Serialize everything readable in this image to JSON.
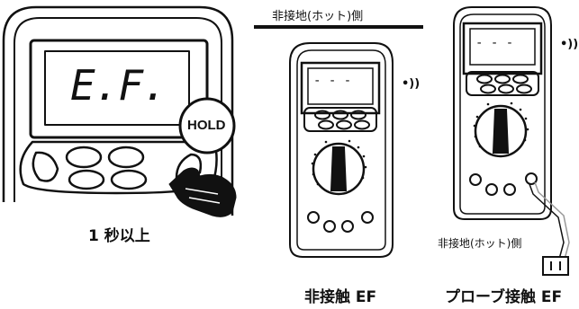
{
  "panel1": {
    "display_text": "E.F.",
    "hold_label": "HOLD",
    "caption": "1 秒以上"
  },
  "panel2": {
    "header": "非接地(ホット)側",
    "display_text": "- - -",
    "signal_glyph": "•))",
    "caption": "非接触 EF"
  },
  "panel3": {
    "display_text": "- - -",
    "signal_glyph": "•))",
    "probe_label": "非接地(ホット)側",
    "caption": "プローブ接触 EF"
  }
}
